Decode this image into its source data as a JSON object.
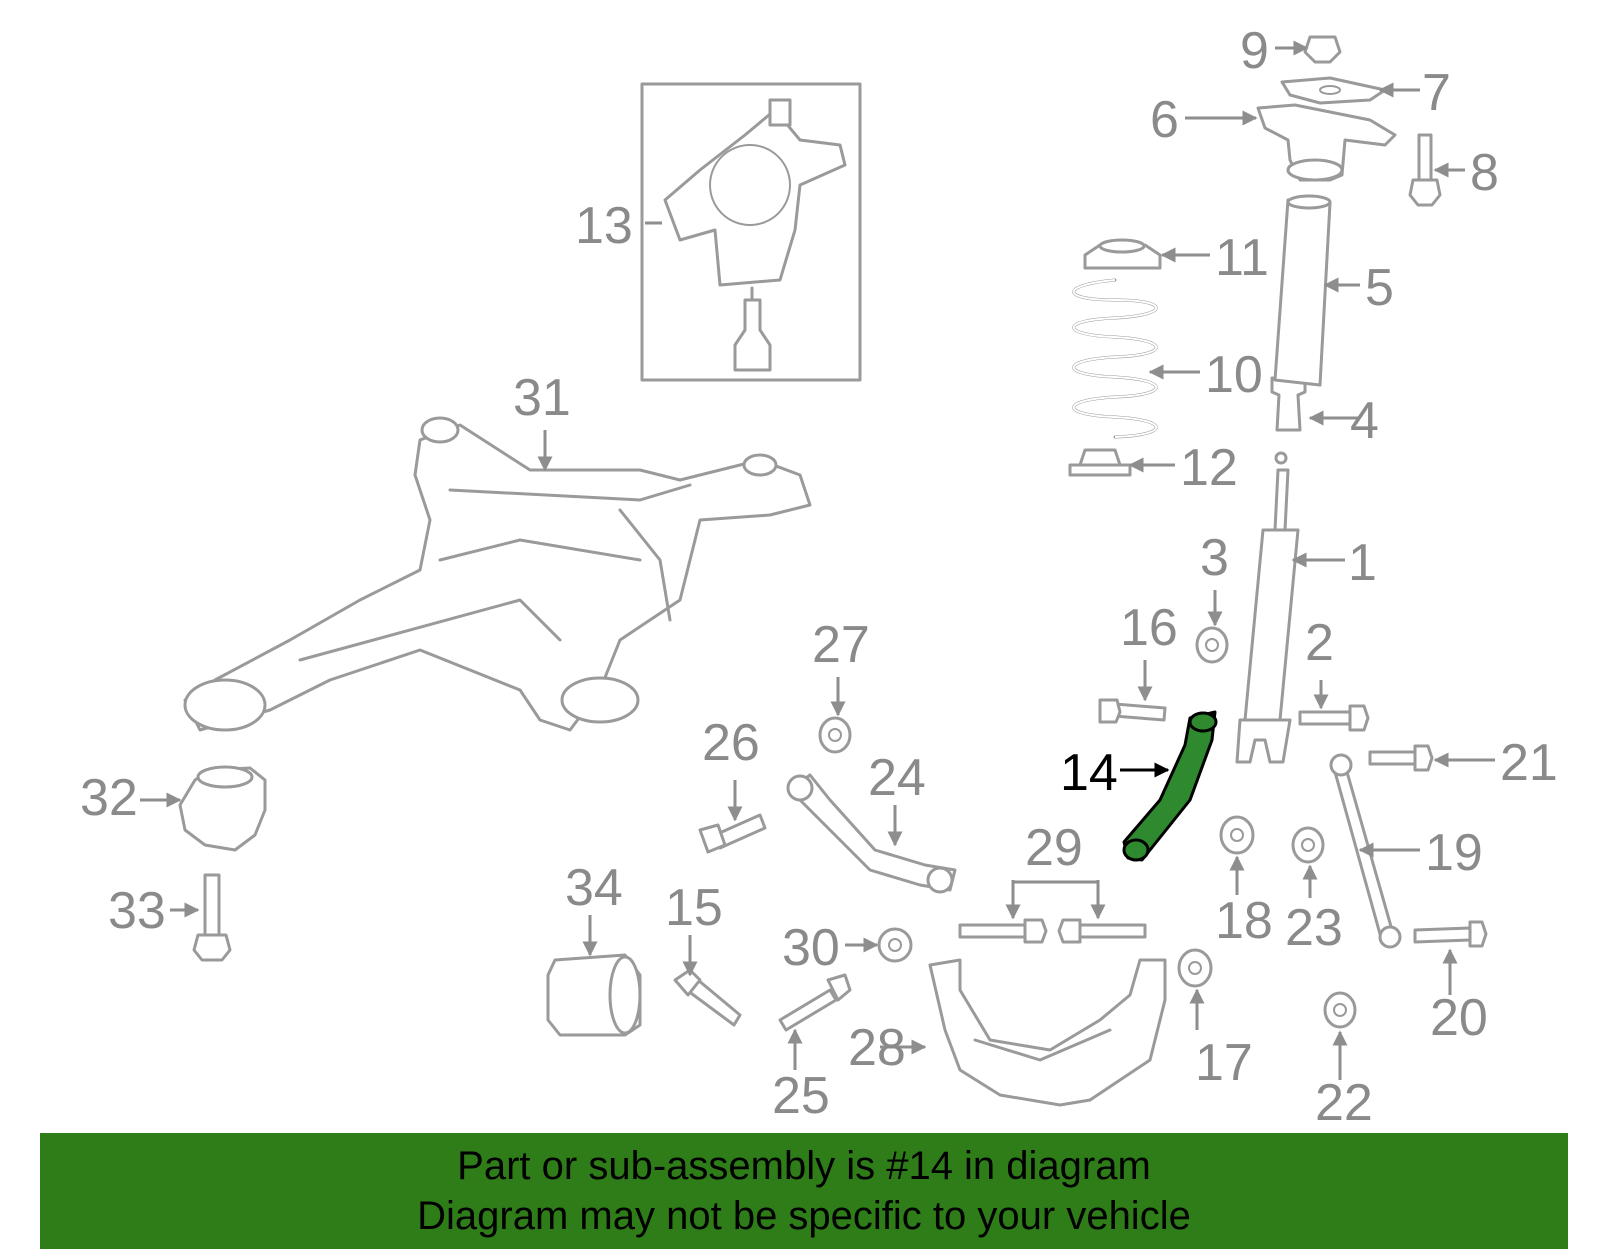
{
  "callouts": {
    "c1": "1",
    "c2": "2",
    "c3": "3",
    "c4": "4",
    "c5": "5",
    "c6": "6",
    "c7": "7",
    "c8": "8",
    "c9": "9",
    "c10": "10",
    "c11": "11",
    "c12": "12",
    "c13": "13",
    "c14": "14",
    "c15": "15",
    "c16": "16",
    "c17": "17",
    "c18": "18",
    "c19": "19",
    "c20": "20",
    "c21": "21",
    "c22": "22",
    "c23": "23",
    "c24": "24",
    "c25": "25",
    "c26": "26",
    "c27": "27",
    "c28": "28",
    "c29": "29",
    "c30": "30",
    "c31": "31",
    "c32": "32",
    "c33": "33",
    "c34": "34"
  },
  "highlight": {
    "part": "14",
    "color": "#2f8a2f"
  },
  "footer": {
    "line1": "Part or sub-assembly is #14 in diagram",
    "line2": "Diagram may not be specific to your vehicle",
    "background": "#2e7d18"
  }
}
